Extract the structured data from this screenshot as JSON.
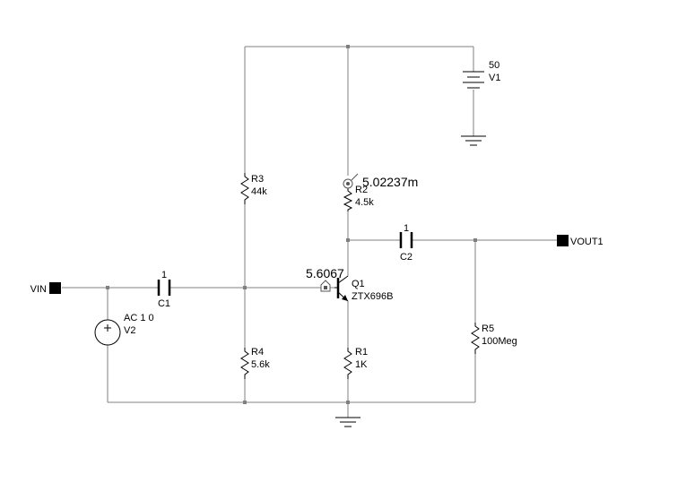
{
  "schematic": {
    "ports": {
      "vin": "VIN",
      "vout": "VOUT1"
    },
    "components": {
      "c1": {
        "ref": "C1",
        "value": "1"
      },
      "c2": {
        "ref": "C2",
        "value": "1"
      },
      "r1": {
        "ref": "R1",
        "value": "1K"
      },
      "r2": {
        "ref": "R2",
        "value": "4.5k"
      },
      "r3": {
        "ref": "R3",
        "value": "44k"
      },
      "r4": {
        "ref": "R4",
        "value": "5.6k"
      },
      "r5": {
        "ref": "R5",
        "value": "100Meg"
      },
      "q1": {
        "ref": "Q1",
        "value": "ZTX696B"
      },
      "v1": {
        "ref": "V1",
        "value": "50"
      },
      "v2": {
        "ref": "V2",
        "value": "AC 1 0"
      }
    },
    "probes": {
      "current": "5.02237m",
      "voltage": "5.6067"
    }
  }
}
